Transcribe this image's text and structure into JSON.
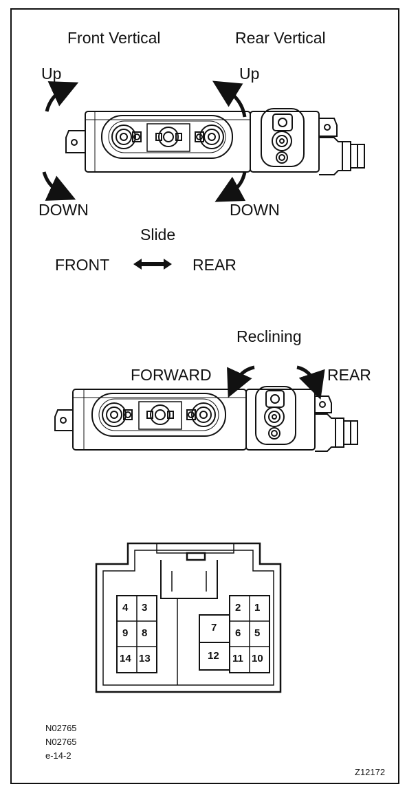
{
  "labels": {
    "front_vertical": "Front Vertical",
    "rear_vertical": "Rear Vertical",
    "up_left": "Up",
    "up_right": "Up",
    "down_left": "DOWN",
    "down_right": "DOWN",
    "slide": "Slide",
    "front": "FRONT",
    "rear_slide": "REAR",
    "reclining": "Reclining",
    "forward": "FORWARD",
    "rear_recline": "REAR"
  },
  "connector": {
    "pins": [
      "4",
      "3",
      "9",
      "8",
      "14",
      "13",
      "2",
      "1",
      "7",
      "6",
      "5",
      "12",
      "11",
      "10"
    ]
  },
  "codes": {
    "line1": "N02765",
    "line2": "N02765",
    "line3": "e-14-2",
    "figure_id": "Z12172"
  },
  "colors": {
    "ink": "#111111",
    "paper": "#ffffff"
  }
}
